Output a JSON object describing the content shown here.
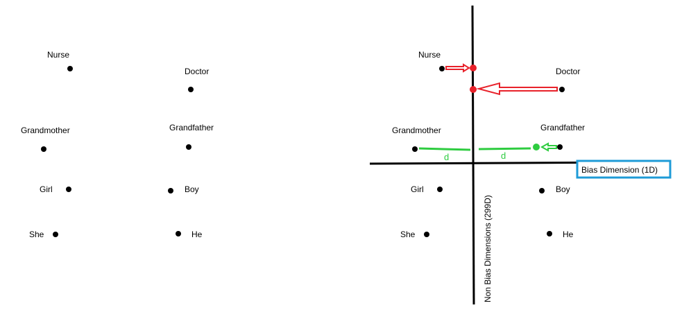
{
  "words": {
    "nurse": "Nurse",
    "doctor": "Doctor",
    "grandmother": "Grandmother",
    "grandfather": "Grandfather",
    "girl": "Girl",
    "boy": "Boy",
    "she": "She",
    "he": "He"
  },
  "axes": {
    "bias_label": "Bias Dimension (1D)",
    "non_bias_label": "Non Bias Dimensions (299D)"
  },
  "distance_label": "d",
  "colors": {
    "point": "#000000",
    "axis": "#000000",
    "projection": "#e8212a",
    "equalize": "#2ecc40",
    "bias_box": "#1e9bd7"
  }
}
